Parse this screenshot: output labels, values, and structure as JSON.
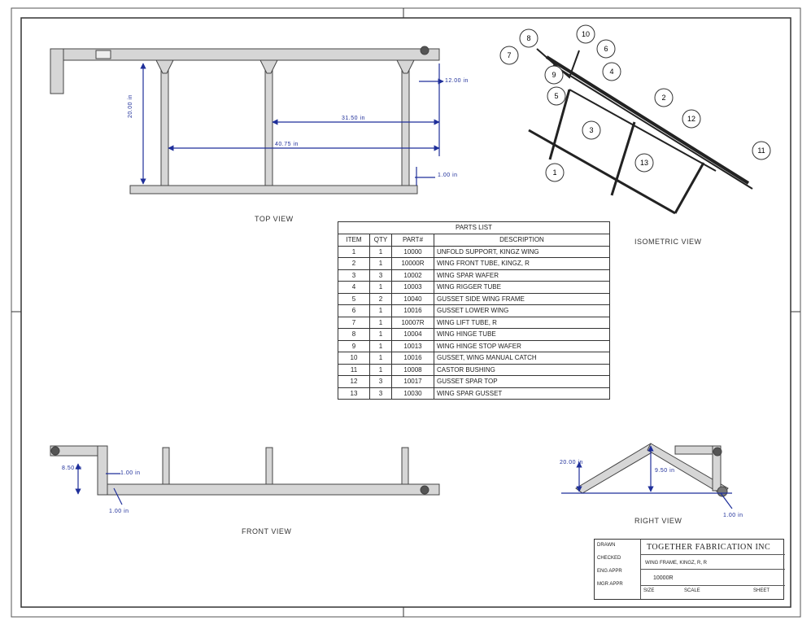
{
  "views": {
    "top": "TOP VIEW",
    "isometric": "ISOMETRIC VIEW",
    "front": "FRONT VIEW",
    "right": "RIGHT VIEW"
  },
  "dimensions": {
    "top_height": "20.00 in",
    "top_span1": "31.50 in",
    "top_span2": "40.75 in",
    "top_right_offset": "12.00 in",
    "top_bottom_offset": "1.00 in",
    "front_h1": "8.50 in",
    "front_h2": "1.00 in",
    "front_w": "1.00 in",
    "right_h1": "20.00 in",
    "right_h2": "9.50 in",
    "right_w": "1.00 in"
  },
  "balloons": [
    "8",
    "7",
    "10",
    "6",
    "9",
    "4",
    "5",
    "2",
    "3",
    "12",
    "13",
    "1",
    "11"
  ],
  "parts_list": {
    "title": "PARTS LIST",
    "headers": [
      "ITEM",
      "QTY",
      "PART#",
      "DESCRIPTION"
    ],
    "rows": [
      [
        "1",
        "1",
        "10000",
        "UNFOLD SUPPORT, KINGZ WING"
      ],
      [
        "2",
        "1",
        "10000R",
        "WING FRONT TUBE, KINGZ, R"
      ],
      [
        "3",
        "3",
        "10002",
        "WING SPAR WAFER"
      ],
      [
        "4",
        "1",
        "10003",
        "WING RIGGER TUBE"
      ],
      [
        "5",
        "2",
        "10040",
        "GUSSET SIDE WING FRAME"
      ],
      [
        "6",
        "1",
        "10016",
        "GUSSET LOWER WING"
      ],
      [
        "7",
        "1",
        "10007R",
        "WING LIFT TUBE, R"
      ],
      [
        "8",
        "1",
        "10004",
        "WING HINGE TUBE"
      ],
      [
        "9",
        "1",
        "10013",
        "WING HINGE STOP WAFER"
      ],
      [
        "10",
        "1",
        "10016",
        "GUSSET, WING MANUAL CATCH"
      ],
      [
        "11",
        "1",
        "10008",
        "CASTOR BUSHING"
      ],
      [
        "12",
        "3",
        "10017",
        "GUSSET SPAR TOP"
      ],
      [
        "13",
        "3",
        "10030",
        "WING SPAR GUSSET"
      ]
    ]
  },
  "title_block": {
    "company": "TOGETHER FABRICATION INC",
    "labels": [
      "DRAWN",
      "CHECKED",
      "ENG APPR",
      "MGR APPR"
    ],
    "drawing_title": "WING FRAME, KINGZ, R, R",
    "drawing_no": "10000R",
    "size": "SIZE",
    "scale": "SCALE",
    "sheet": "SHEET"
  },
  "colors": {
    "frame": "#333333",
    "part": "#d6d6d6",
    "part_stroke": "#444444",
    "dim": "#1f2f9a"
  }
}
